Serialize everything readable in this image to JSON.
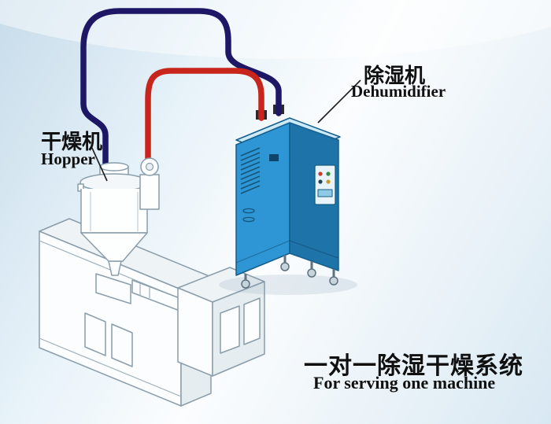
{
  "diagram": {
    "hopper_label": {
      "cn": "干燥机",
      "en": "Hopper"
    },
    "dehumidifier_label": {
      "cn": "除湿机",
      "en": "Dehumidifier"
    },
    "caption": {
      "cn": "一对一除湿干燥系统",
      "en": "For serving one machine"
    }
  },
  "colors": {
    "pipe_red": "#c8251c",
    "pipe_blue": "#1d1766",
    "cabinet_front": "#2e96d5",
    "cabinet_side": "#1e73a8",
    "cabinet_top": "#cbe9f7",
    "panel": "#e8f4fa"
  }
}
